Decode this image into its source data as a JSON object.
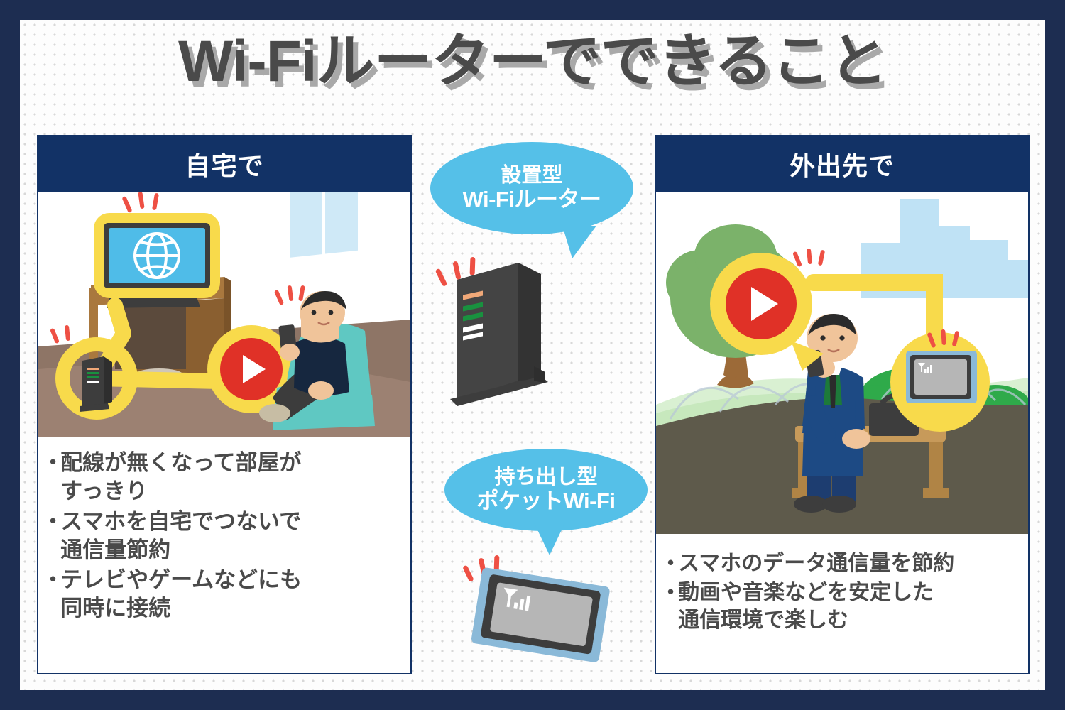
{
  "title": "Wi-Fiルーターでできること",
  "theme": {
    "border_navy": "#1d2d51",
    "header_navy": "#123266",
    "bubble_blue": "#55c0e8",
    "accent_yellow": "#f8da4b",
    "play_red": "#e03127",
    "text_gray": "#4a4a4a",
    "screen_blue": "#4fbce8"
  },
  "panels": {
    "left": {
      "header": "自宅で",
      "illustration_name": "home-scene-illustration",
      "scene_items": [
        "tv-with-globe-icon",
        "tv-stand",
        "window",
        "man-on-sofa-with-smartphone",
        "wifi-router",
        "play-button-callout",
        "yellow-connection-path"
      ],
      "bullets": [
        "配線が無くなって部屋が\nすっきり",
        "スマホを自宅でつないで\n通信量節約",
        "テレビやゲームなどにも\n同時に接続"
      ]
    },
    "right": {
      "header": "外出先で",
      "illustration_name": "outdoor-scene-illustration",
      "scene_items": [
        "tree",
        "city-buildings-silhouette",
        "man-in-suit-on-bench-with-smartphone",
        "briefcase",
        "play-button-callout",
        "pocket-wifi-callout",
        "yellow-connection-path"
      ],
      "bullets": [
        "スマホのデータ通信量を節約",
        "動画や音楽などを安定した\n通信環境で楽しむ"
      ]
    }
  },
  "center": {
    "bubble_top": {
      "line1": "設置型",
      "line2": "Wi-Fiルーター"
    },
    "bubble_bottom": {
      "line1": "持ち出し型",
      "line2": "ポケットWi-Fi"
    },
    "router_label": "wifi-router-device",
    "pocket_label": "pocket-wifi-device"
  }
}
